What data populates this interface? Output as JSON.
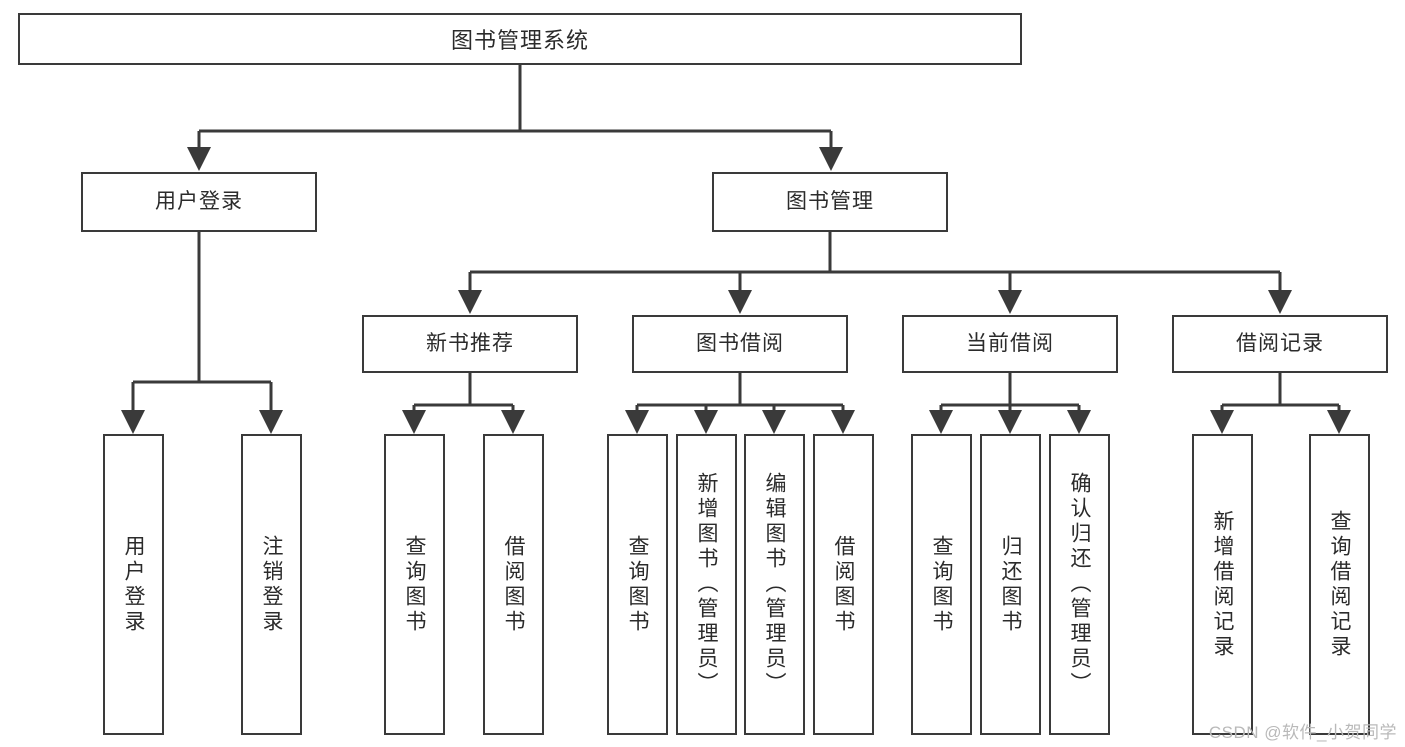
{
  "diagram": {
    "title": "图书管理系统",
    "type": "tree-hierarchy",
    "orientation": "top-down",
    "colors": {
      "stroke": "#3a3a3a",
      "fill": "#ffffff",
      "text": "#2b2b2b",
      "watermark": "#b9b9b9"
    },
    "levels": {
      "root": {
        "label": "图书管理系统"
      },
      "level2": [
        {
          "id": "user-login",
          "label": "用户登录"
        },
        {
          "id": "book-management",
          "label": "图书管理"
        }
      ],
      "level3": [
        {
          "id": "new-book-recommend",
          "label": "新书推荐",
          "parent": "book-management"
        },
        {
          "id": "book-borrow",
          "label": "图书借阅",
          "parent": "book-management"
        },
        {
          "id": "current-borrow",
          "label": "当前借阅",
          "parent": "book-management"
        },
        {
          "id": "borrow-record",
          "label": "借阅记录",
          "parent": "book-management"
        }
      ],
      "leaves": [
        {
          "id": "leaf-user-login",
          "label": "用户登录",
          "parent": "user-login"
        },
        {
          "id": "leaf-logout-login",
          "label": "注销登录",
          "parent": "user-login"
        },
        {
          "id": "leaf-query-book-1",
          "label": "查询图书",
          "parent": "new-book-recommend"
        },
        {
          "id": "leaf-borrow-book-1",
          "label": "借阅图书",
          "parent": "new-book-recommend"
        },
        {
          "id": "leaf-query-book-2",
          "label": "查询图书",
          "parent": "book-borrow"
        },
        {
          "id": "leaf-add-book",
          "label": "新增图书（管理员）",
          "parent": "book-borrow"
        },
        {
          "id": "leaf-edit-book",
          "label": "编辑图书（管理员）",
          "parent": "book-borrow"
        },
        {
          "id": "leaf-borrow-book-2",
          "label": "借阅图书",
          "parent": "book-borrow"
        },
        {
          "id": "leaf-query-book-3",
          "label": "查询图书",
          "parent": "current-borrow"
        },
        {
          "id": "leaf-return-book",
          "label": "归还图书",
          "parent": "current-borrow"
        },
        {
          "id": "leaf-confirm-return",
          "label": "确认归还（管理员）",
          "parent": "current-borrow"
        },
        {
          "id": "leaf-add-record",
          "label": "新增借阅记录",
          "parent": "borrow-record"
        },
        {
          "id": "leaf-query-record",
          "label": "查询借阅记录",
          "parent": "borrow-record"
        }
      ]
    },
    "watermark": "CSDN @软件_小贺同学"
  }
}
